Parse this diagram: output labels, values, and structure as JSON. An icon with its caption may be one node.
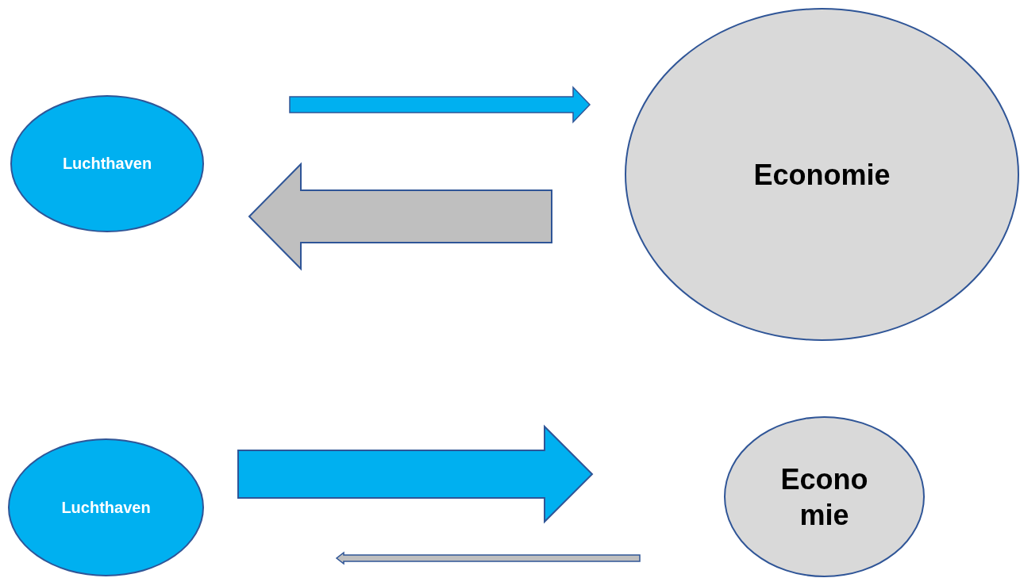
{
  "diagram": {
    "nodes": [
      {
        "text": [
          "Luchthaven"
        ]
      },
      {
        "text": [
          "Economie"
        ]
      },
      {
        "text": [
          "Luchthaven"
        ]
      },
      {
        "text": [
          "Econo mie"
        ]
      }
    ],
    "edges": [
      {
        "from": 0,
        "to": 1,
        "arrow": "to",
        "color": "#00b0f0"
      },
      {
        "from": 1,
        "to": 0,
        "arrow": "to",
        "style": "thick",
        "color": "#bfbfbf"
      },
      {
        "from": 2,
        "to": 3,
        "arrow": "to",
        "style": "thick",
        "color": "#00b0f0"
      },
      {
        "from": 3,
        "to": 2,
        "arrow": "to",
        "color": "#bfbfbf"
      }
    ]
  }
}
